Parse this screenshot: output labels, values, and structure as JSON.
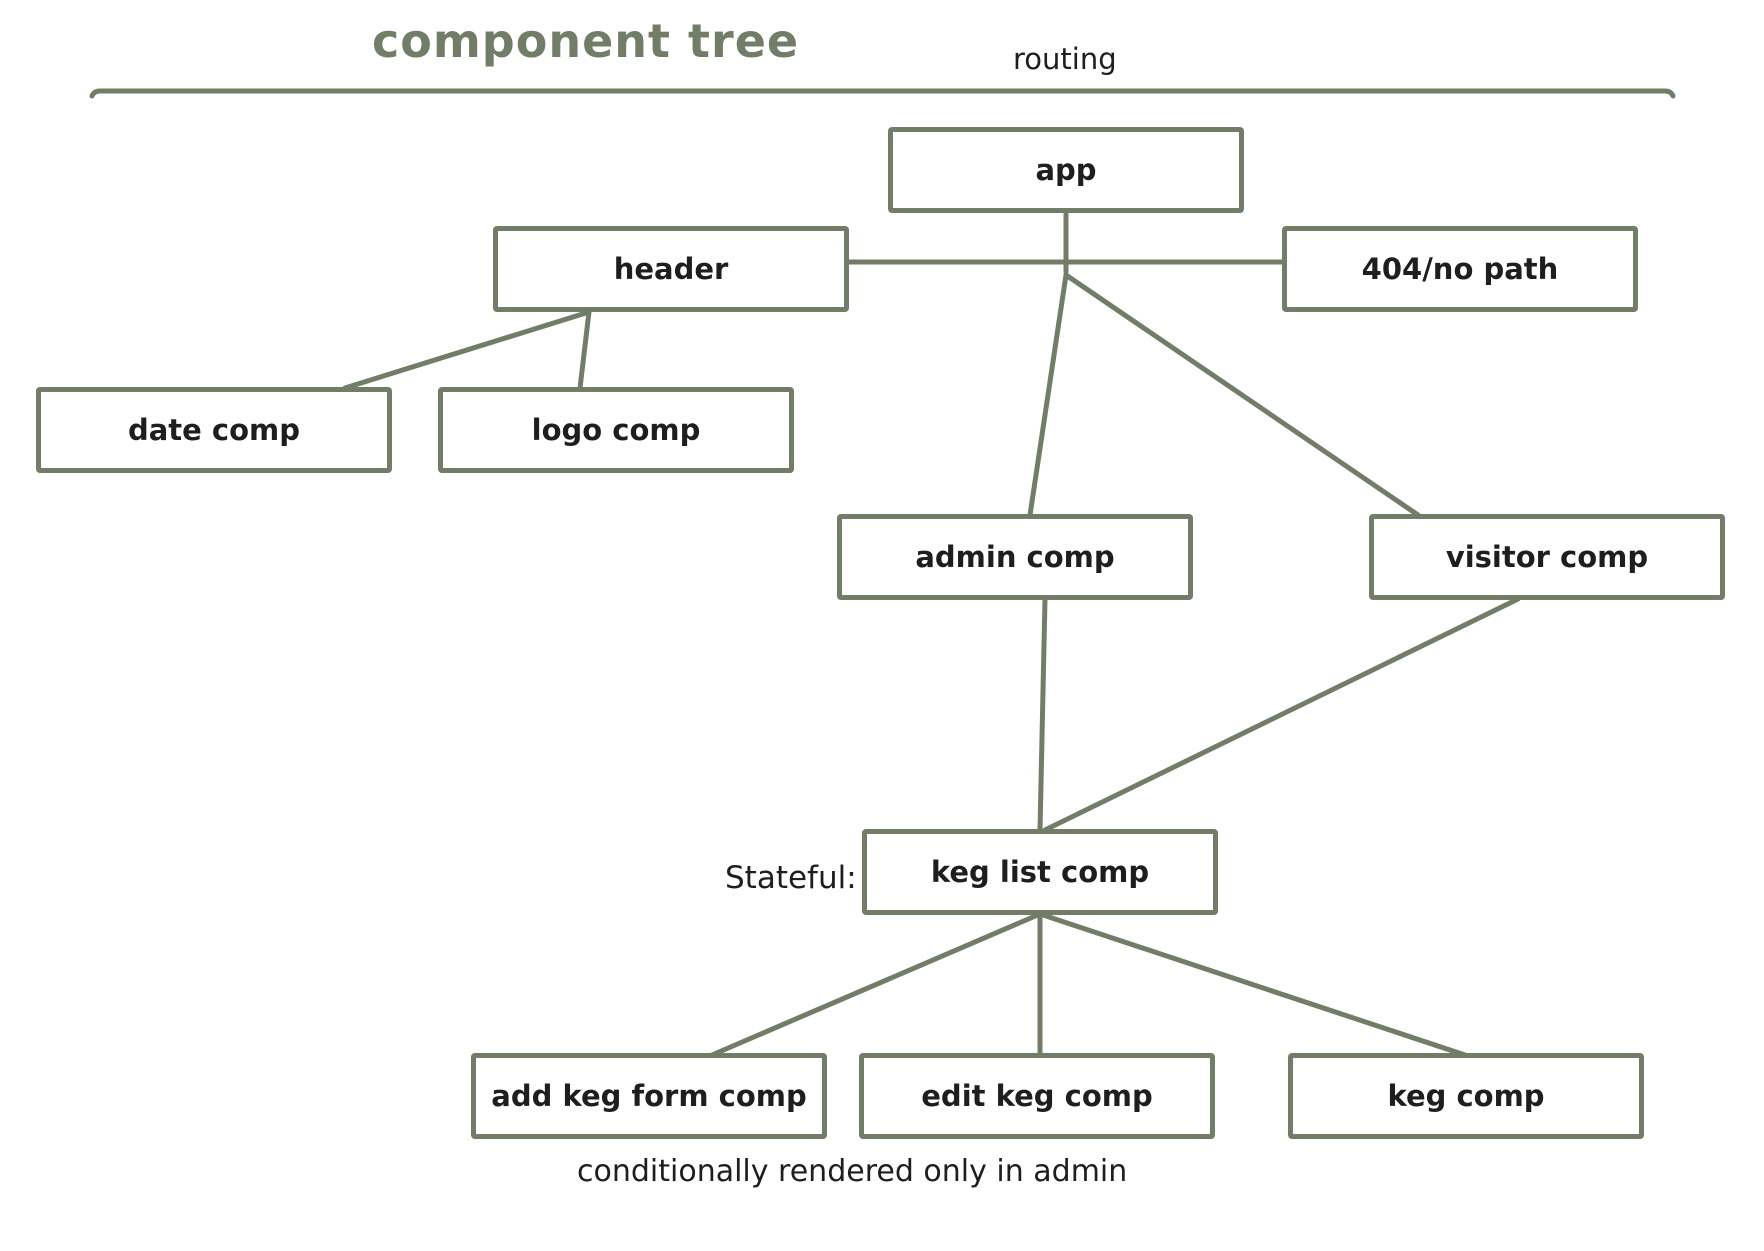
{
  "title": "component tree",
  "routing_label": "routing",
  "stateful_label": "Stateful:",
  "footnote": "conditionally rendered only in admin",
  "colors": {
    "stroke": "#717d66",
    "title": "#717d66",
    "text": "#1e1e1e"
  },
  "nodes": {
    "app": "app",
    "header": "header",
    "not_found": "404/no path",
    "date": "date comp",
    "logo": "logo comp",
    "admin": "admin comp",
    "visitor": "visitor comp",
    "keg_list": "keg list comp",
    "add_keg_form": "add keg form comp",
    "edit_keg": "edit keg comp",
    "keg": "keg comp"
  },
  "edges": [
    [
      "app",
      "header"
    ],
    [
      "app",
      "not_found"
    ],
    [
      "app",
      "admin"
    ],
    [
      "app",
      "visitor"
    ],
    [
      "header",
      "date"
    ],
    [
      "header",
      "logo"
    ],
    [
      "admin",
      "keg_list"
    ],
    [
      "visitor",
      "keg_list"
    ],
    [
      "keg_list",
      "add_keg_form"
    ],
    [
      "keg_list",
      "edit_keg"
    ],
    [
      "keg_list",
      "keg"
    ]
  ]
}
